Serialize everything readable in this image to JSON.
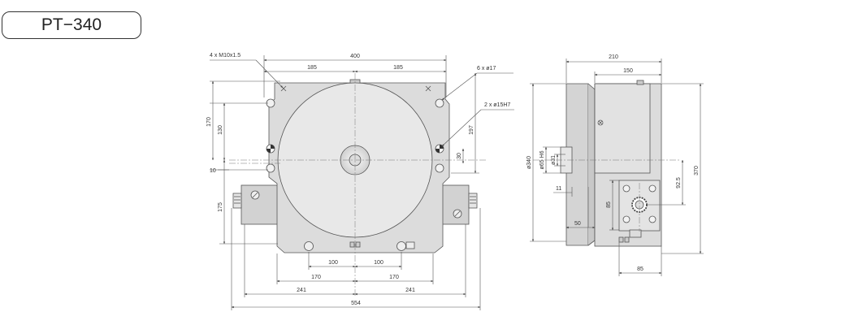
{
  "title": "PT−340",
  "front": {
    "callouts": {
      "tap": "4 x M10x1.5",
      "hole17": "6 x ø17",
      "hole15": "2 x ø15H7"
    },
    "dims": {
      "d400": "400",
      "d185a": "185",
      "d185b": "185",
      "d170v": "170",
      "d130v": "130",
      "d10": "10",
      "d175v": "175",
      "d197": "197",
      "d30": "30",
      "d100a": "100",
      "d100b": "100",
      "d170a": "170",
      "d170b": "170",
      "d241a": "241",
      "d241b": "241",
      "d554": "554"
    }
  },
  "side": {
    "dims": {
      "d210": "210",
      "d150": "150",
      "d340": "ø340",
      "d65h": "ø65 H6",
      "d31": "ø31",
      "d11": "11",
      "d50": "50",
      "d85v": "85",
      "d925": "92.5",
      "d370": "370",
      "d85h": "85"
    }
  },
  "colors": {
    "body": "#dcdcdc",
    "body_dark": "#c4c4c4",
    "line": "#555555"
  }
}
